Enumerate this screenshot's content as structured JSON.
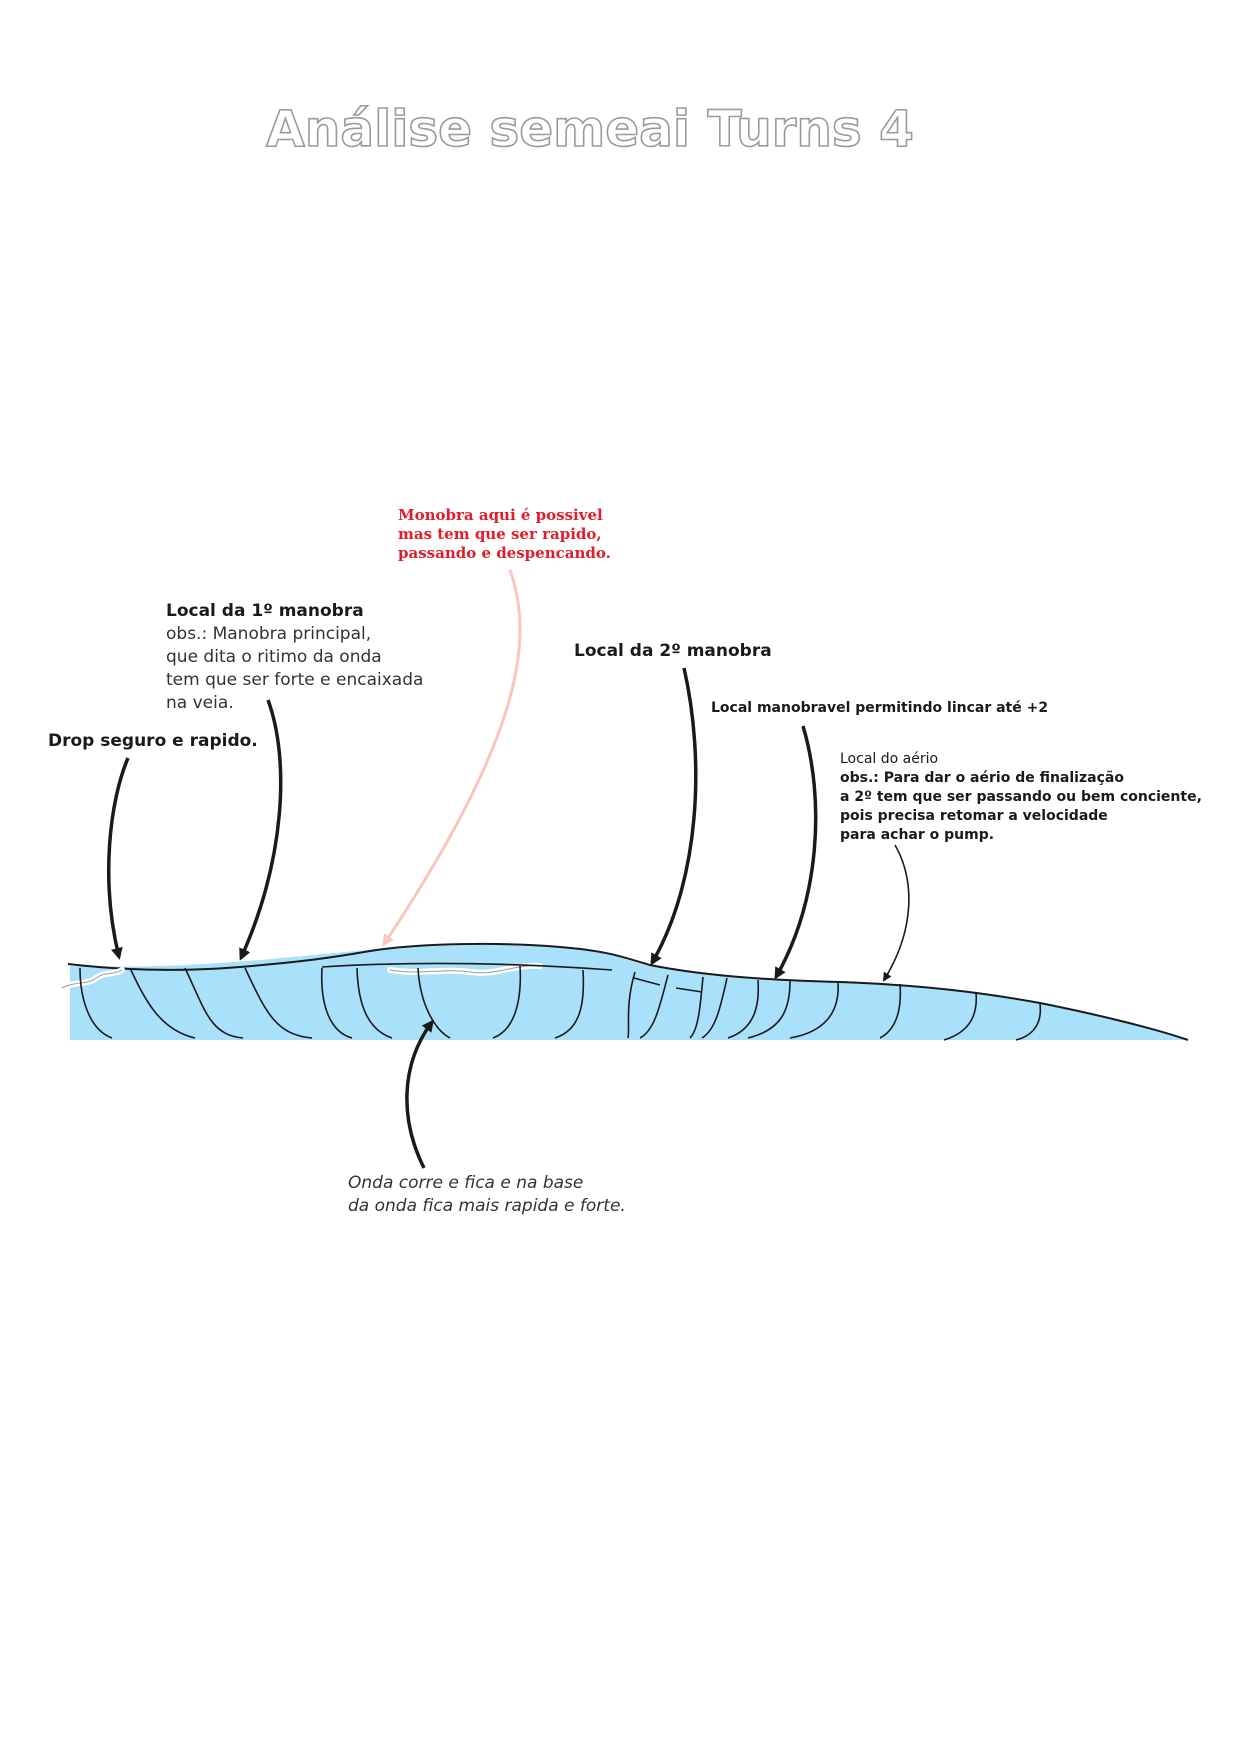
{
  "title": "Análise semeai Turns 4",
  "annotations": {
    "red_note": {
      "lines": [
        "Monobra aqui é possivel",
        "mas tem que ser rapido,",
        "passando e despencando."
      ],
      "color": "#e11d2a"
    },
    "first_maneuver": {
      "heading": "Local da 1º manobra",
      "lines": [
        "obs.: Manobra principal,",
        "que dita o ritimo da onda",
        "tem que ser forte e encaixada",
        "na veia."
      ]
    },
    "drop": "Drop seguro e rapido.",
    "second_maneuver": "Local da 2º manobra",
    "linkable": "Local manobravel permitindo lincar até +2",
    "aerial": {
      "heading": "Local do aério",
      "lines": [
        "obs.: Para dar o aério de finalização",
        "a 2º tem que ser passando ou bem conciente,",
        "pois precisa retomar a velocidade",
        "para achar o pump."
      ]
    },
    "wave_base": {
      "lines": [
        "Onda corre e fica e na base",
        "da onda fica mais rapida e forte."
      ]
    }
  },
  "colors": {
    "water": "#a9e1fb",
    "ink": "#1a1a1a",
    "red_arrow": "#f7c6bc",
    "title_stroke": "#9a9a9a"
  }
}
